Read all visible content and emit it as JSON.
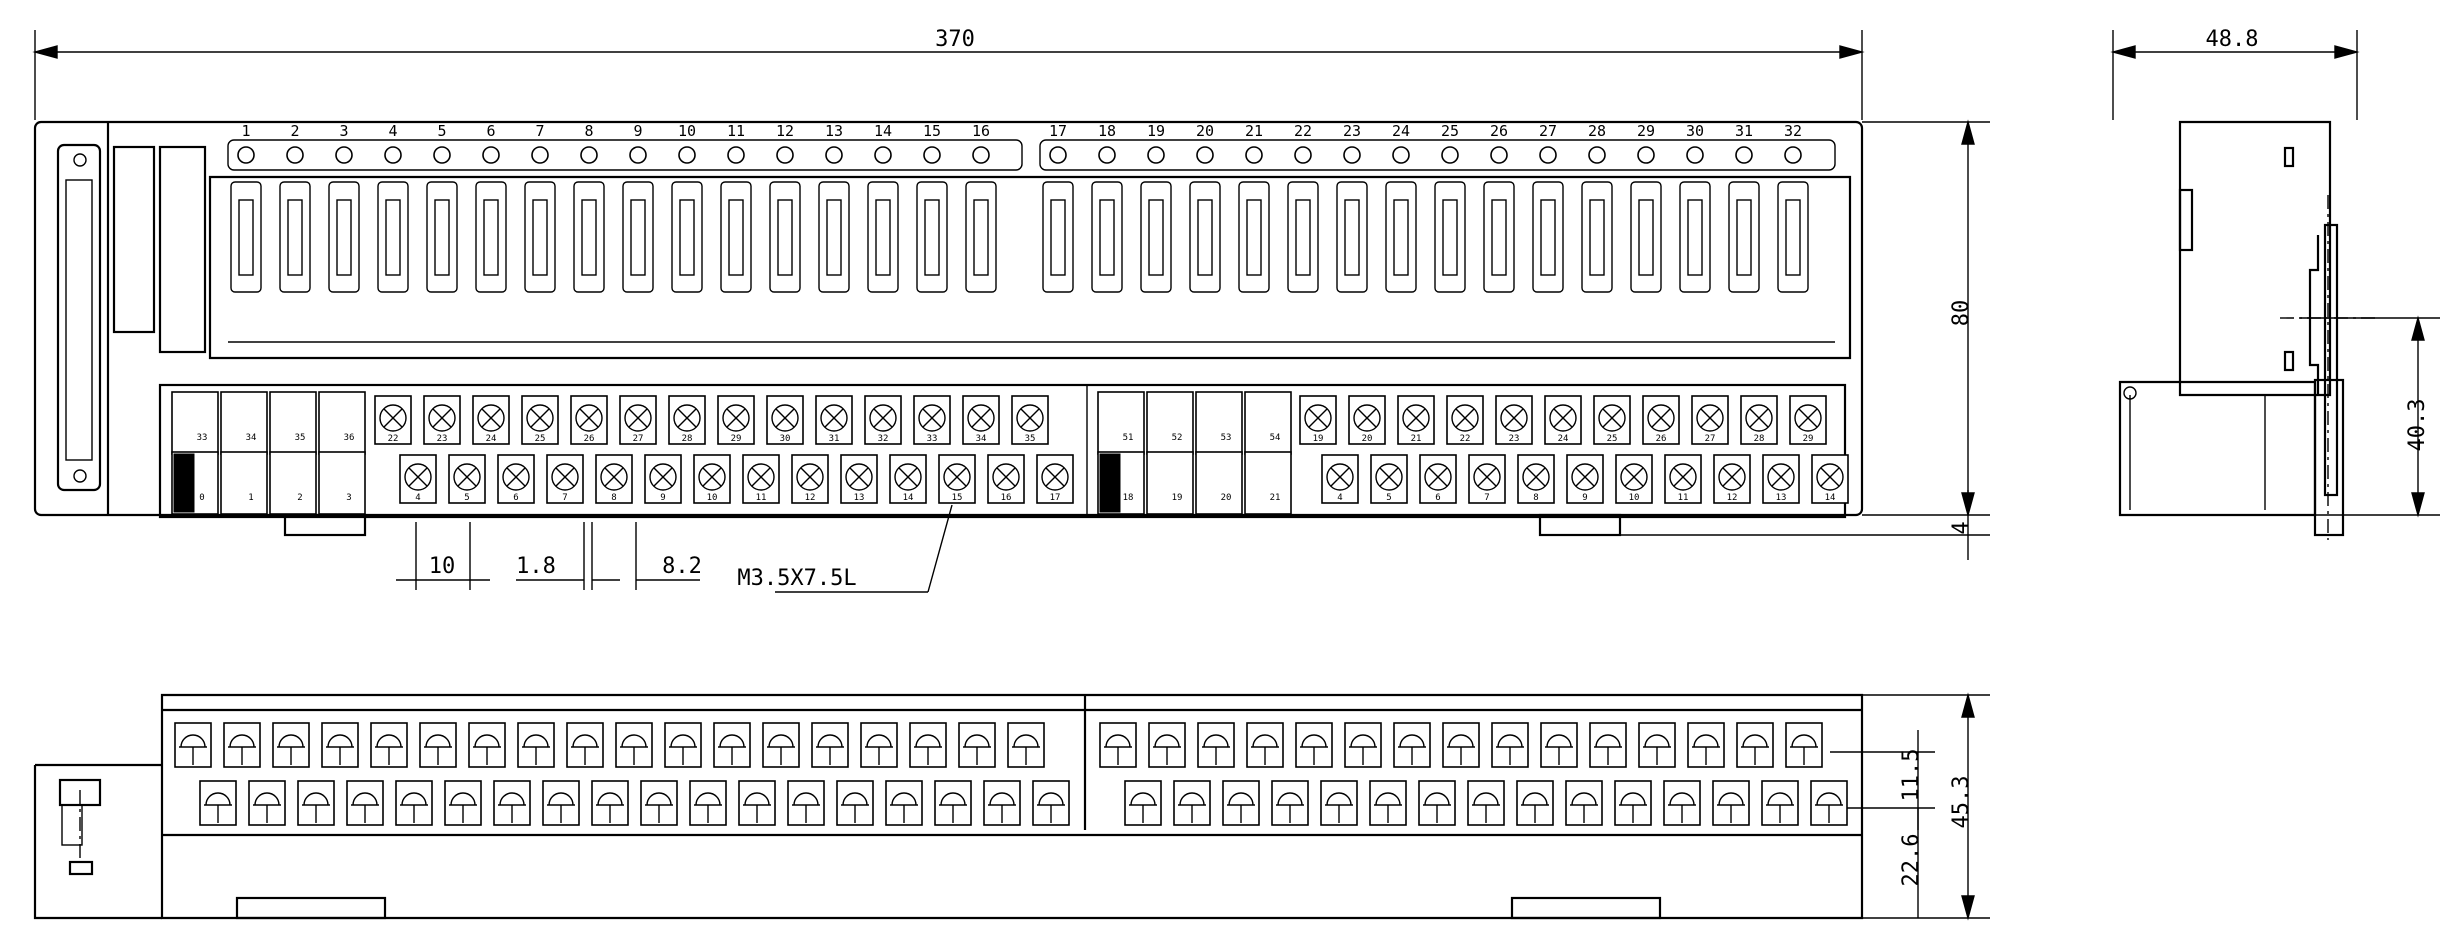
{
  "dimensions": {
    "total_width": "370",
    "height": "80",
    "side_width": "48.8",
    "side_height": "40.3",
    "foot_height": "4",
    "terminal_pitch": "10",
    "terminal_gap": "1.8",
    "terminal_width": "8.2",
    "screw_spec": "M3.5X7.5L",
    "bottom_depth": "45.3",
    "bottom_row_pitch": "11.5",
    "bottom_base": "22.6"
  },
  "led_labels": [
    "1",
    "2",
    "3",
    "4",
    "5",
    "6",
    "7",
    "8",
    "9",
    "10",
    "11",
    "12",
    "13",
    "14",
    "15",
    "16",
    "17",
    "18",
    "19",
    "20",
    "21",
    "22",
    "23",
    "24",
    "25",
    "26",
    "27",
    "28",
    "29",
    "30",
    "31",
    "32"
  ],
  "left_block": {
    "upper_printed": [
      "33",
      "34",
      "35",
      "36"
    ],
    "upper_screws": [
      "22",
      "23",
      "24",
      "25",
      "26",
      "27",
      "28",
      "29",
      "30",
      "31",
      "32",
      "33",
      "34",
      "35"
    ],
    "lower_printed": [
      "0",
      "1",
      "2",
      "3"
    ],
    "lower_screws": [
      "4",
      "5",
      "6",
      "7",
      "8",
      "9",
      "10",
      "11",
      "12",
      "13",
      "14",
      "15",
      "16",
      "17"
    ]
  },
  "right_block": {
    "upper_printed": [
      "51",
      "52",
      "53",
      "54"
    ],
    "upper_screws": [
      "19",
      "20",
      "21",
      "22",
      "23",
      "24",
      "25",
      "26",
      "27",
      "28",
      "29"
    ],
    "lower_printed": [
      "18",
      "19",
      "20",
      "21"
    ],
    "lower_screws": [
      "4",
      "5",
      "6",
      "7",
      "8",
      "9",
      "10",
      "11",
      "12",
      "13",
      "14"
    ]
  }
}
